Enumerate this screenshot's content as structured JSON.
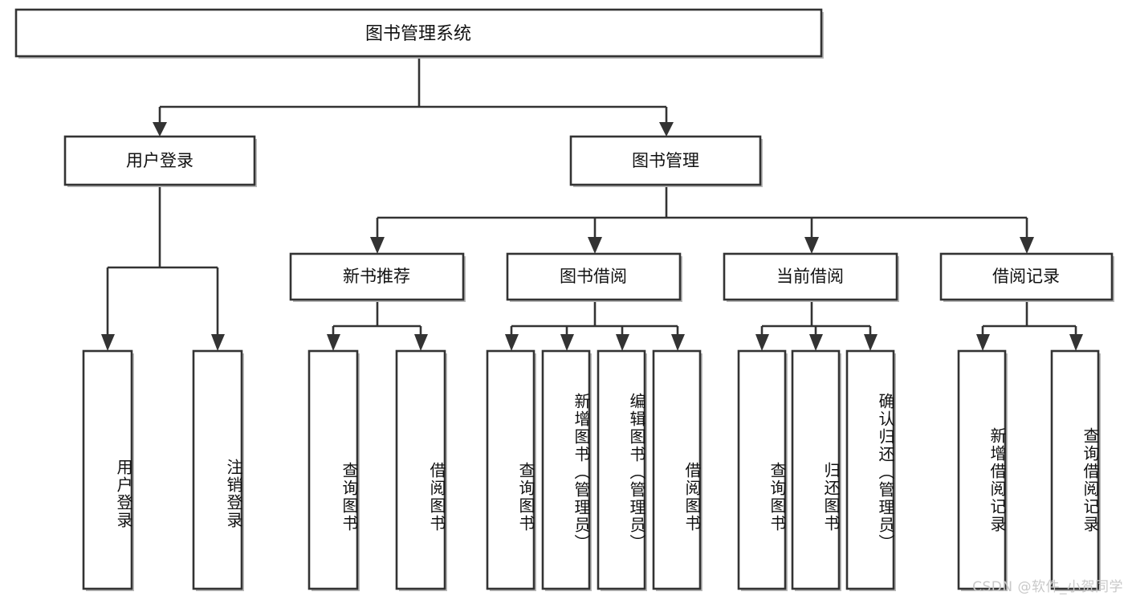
{
  "diagram": {
    "title": "图书管理系统",
    "type": "tree",
    "orientation": "top-down",
    "colors": {
      "node_fill": "#ffffff",
      "node_stroke": "#333333",
      "text": "#111111",
      "watermark": "#c9c9c9"
    },
    "root": {
      "id": "root",
      "label": "图书管理系统",
      "shape": "rect",
      "orientation": "horizontal"
    },
    "level2": [
      {
        "id": "user-login",
        "label": "用户登录",
        "shape": "rect",
        "orientation": "horizontal"
      },
      {
        "id": "book-management",
        "label": "图书管理",
        "shape": "rect",
        "orientation": "horizontal"
      }
    ],
    "level3": [
      {
        "id": "new-book-recommend",
        "label": "新书推荐",
        "shape": "rect",
        "orientation": "horizontal",
        "parent": "book-management"
      },
      {
        "id": "book-borrow",
        "label": "图书借阅",
        "shape": "rect",
        "orientation": "horizontal",
        "parent": "book-management"
      },
      {
        "id": "current-borrow",
        "label": "当前借阅",
        "shape": "rect",
        "orientation": "horizontal",
        "parent": "book-management"
      },
      {
        "id": "borrow-record",
        "label": "借阅记录",
        "shape": "rect",
        "orientation": "horizontal",
        "parent": "book-management"
      }
    ],
    "leaves": {
      "user_login": [
        {
          "id": "leaf-user-login",
          "label": "用户登录",
          "orientation": "vertical"
        },
        {
          "id": "leaf-user-logout",
          "label": "注销登录",
          "orientation": "vertical"
        }
      ],
      "new_book_recommend": [
        {
          "id": "leaf-query-book-1",
          "label": "查询图书",
          "orientation": "vertical"
        },
        {
          "id": "leaf-borrow-book-1",
          "label": "借阅图书",
          "orientation": "vertical"
        }
      ],
      "book_borrow": [
        {
          "id": "leaf-query-book-2",
          "label": "查询图书",
          "orientation": "vertical"
        },
        {
          "id": "leaf-add-book",
          "label": "新增图书（管理员）",
          "orientation": "vertical"
        },
        {
          "id": "leaf-edit-book",
          "label": "编辑图书（管理员）",
          "orientation": "vertical"
        },
        {
          "id": "leaf-borrow-book-2",
          "label": "借阅图书",
          "orientation": "vertical"
        }
      ],
      "current_borrow": [
        {
          "id": "leaf-query-book-3",
          "label": "查询图书",
          "orientation": "vertical"
        },
        {
          "id": "leaf-return-book",
          "label": "归还图书",
          "orientation": "vertical"
        },
        {
          "id": "leaf-confirm-return",
          "label": "确认归还（管理员）",
          "orientation": "vertical"
        }
      ],
      "borrow_record": [
        {
          "id": "leaf-add-borrow-record",
          "label": "新增借阅记录",
          "orientation": "vertical"
        },
        {
          "id": "leaf-query-borrow-record",
          "label": "查询借阅记录",
          "orientation": "vertical"
        }
      ]
    }
  },
  "watermark": {
    "text": "CSDN @软件_小贺同学"
  }
}
